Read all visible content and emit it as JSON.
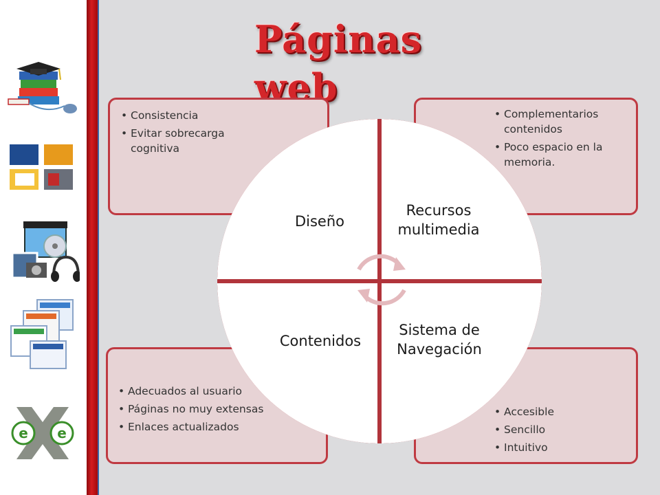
{
  "title": "Páginas web",
  "colors": {
    "accent": "#d4262a",
    "box_border": "#bf3a42",
    "box_fill": "#e7d3d5",
    "panel_bg": "#dcdcde"
  },
  "sidebar_icons": [
    "graduation-books-icon",
    "web-thumbnails-icon",
    "multimedia-icon",
    "web-pages-icon",
    "exe-logo-icon"
  ],
  "logo_text": "e e",
  "quadrants": {
    "top_left": {
      "label": "Diseño",
      "bullets": [
        "Consistencia",
        "Evitar sobrecarga cognitiva"
      ]
    },
    "top_right": {
      "label": "Recursos multimedia",
      "bullets": [
        "Complementarios contenidos",
        "Poco espacio en la memoria."
      ]
    },
    "bottom_left": {
      "label": "Contenidos",
      "bullets": [
        "Adecuados al usuario",
        "Páginas no muy extensas",
        "Enlaces actualizados"
      ]
    },
    "bottom_right": {
      "label": "Sistema de Navegación",
      "bullets": [
        "Accesible",
        "Sencillo",
        "Intuitivo"
      ]
    }
  }
}
